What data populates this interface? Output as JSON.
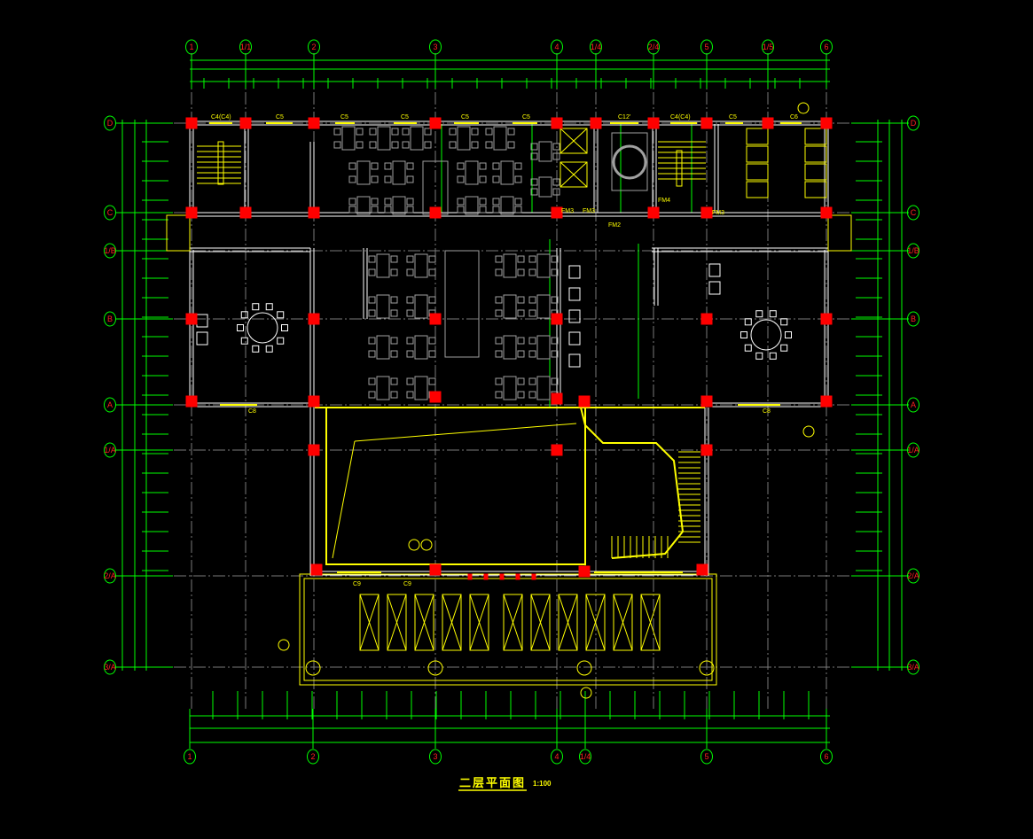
{
  "drawing": {
    "title": "二层平面图",
    "scale": "1:100"
  },
  "axes": {
    "columns_top": [
      "1",
      "1/1",
      "2",
      "3",
      "4",
      "1/4",
      "2/4",
      "5",
      "1/5",
      "6"
    ],
    "columns_bottom": [
      "1",
      "2",
      "3",
      "4",
      "1/4",
      "5",
      "6"
    ],
    "rows": [
      "D",
      "C",
      "1/B",
      "B",
      "A",
      "1/A",
      "2/A",
      "3/A"
    ]
  },
  "window_labels": {
    "top": [
      "C4(C4)",
      "C5",
      "C5",
      "C5",
      "C5",
      "C5",
      "C12'",
      "C4(C4)",
      "C5",
      "C6"
    ],
    "fm": [
      "FM3",
      "FM3",
      "FM2",
      "FM4",
      "FM3"
    ],
    "side": [
      "C8",
      "C8"
    ],
    "bottom": [
      "C9",
      "C9"
    ]
  },
  "colors": {
    "background": "#000000",
    "axis": "#00ff00",
    "wall": "#ffffff",
    "column": "#ff0000",
    "accent": "#ffff00",
    "furniture": "#a0a0a0"
  }
}
